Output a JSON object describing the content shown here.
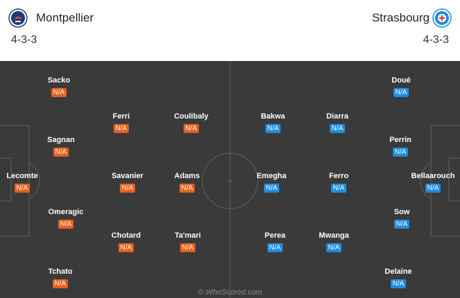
{
  "home": {
    "name": "Montpellier",
    "formation": "4-3-3",
    "color": "#e8601c",
    "players": [
      {
        "name": "Sacko",
        "rating": "N/A"
      },
      {
        "name": "Ferri",
        "rating": "N/A"
      },
      {
        "name": "Coulibaly",
        "rating": "N/A"
      },
      {
        "name": "Sagnan",
        "rating": "N/A"
      },
      {
        "name": "Lecomte",
        "rating": "N/A"
      },
      {
        "name": "Savanier",
        "rating": "N/A"
      },
      {
        "name": "Adams",
        "rating": "N/A"
      },
      {
        "name": "Omeragic",
        "rating": "N/A"
      },
      {
        "name": "Chotard",
        "rating": "N/A"
      },
      {
        "name": "Ta'mari",
        "rating": "N/A"
      },
      {
        "name": "Tchato",
        "rating": "N/A"
      }
    ]
  },
  "away": {
    "name": "Strasbourg",
    "formation": "4-3-3",
    "color": "#1e8ce0",
    "players": [
      {
        "name": "Doué",
        "rating": "N/A"
      },
      {
        "name": "Bakwa",
        "rating": "N/A"
      },
      {
        "name": "Diarra",
        "rating": "N/A"
      },
      {
        "name": "Perrin",
        "rating": "N/A"
      },
      {
        "name": "Emegha",
        "rating": "N/A"
      },
      {
        "name": "Ferro",
        "rating": "N/A"
      },
      {
        "name": "Bellaarouch",
        "rating": "N/A"
      },
      {
        "name": "Sow",
        "rating": "N/A"
      },
      {
        "name": "Perea",
        "rating": "N/A"
      },
      {
        "name": "Mwanga",
        "rating": "N/A"
      },
      {
        "name": "Delaine",
        "rating": "N/A"
      }
    ]
  },
  "pitch_color": "#3a3a3a",
  "watermark": "© WhoScored.com"
}
